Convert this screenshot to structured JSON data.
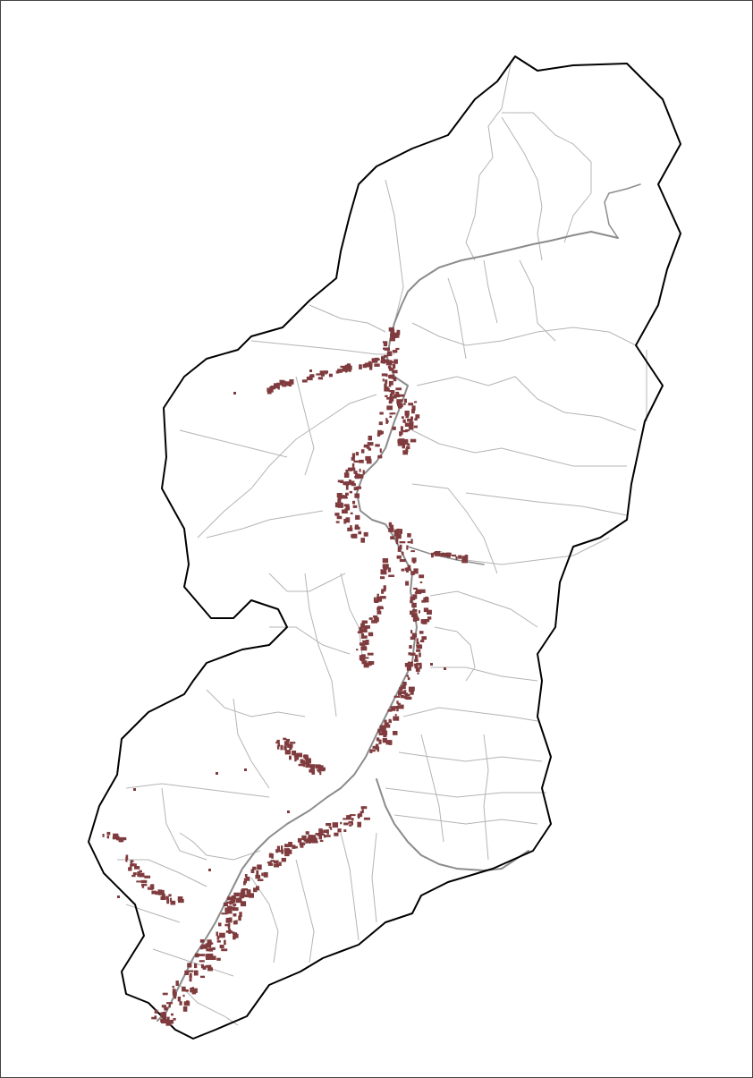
{
  "map": {
    "colors": {
      "background": "#ffffff",
      "basin_outline": "#000000",
      "subbasin_lines": "#b4b4b4",
      "river": "#8c8c8c",
      "highlight_areas": "#7f3b3d"
    },
    "layers": [
      "basin-outline",
      "subbasin-boundaries",
      "main-river",
      "highlighted-zones"
    ]
  }
}
